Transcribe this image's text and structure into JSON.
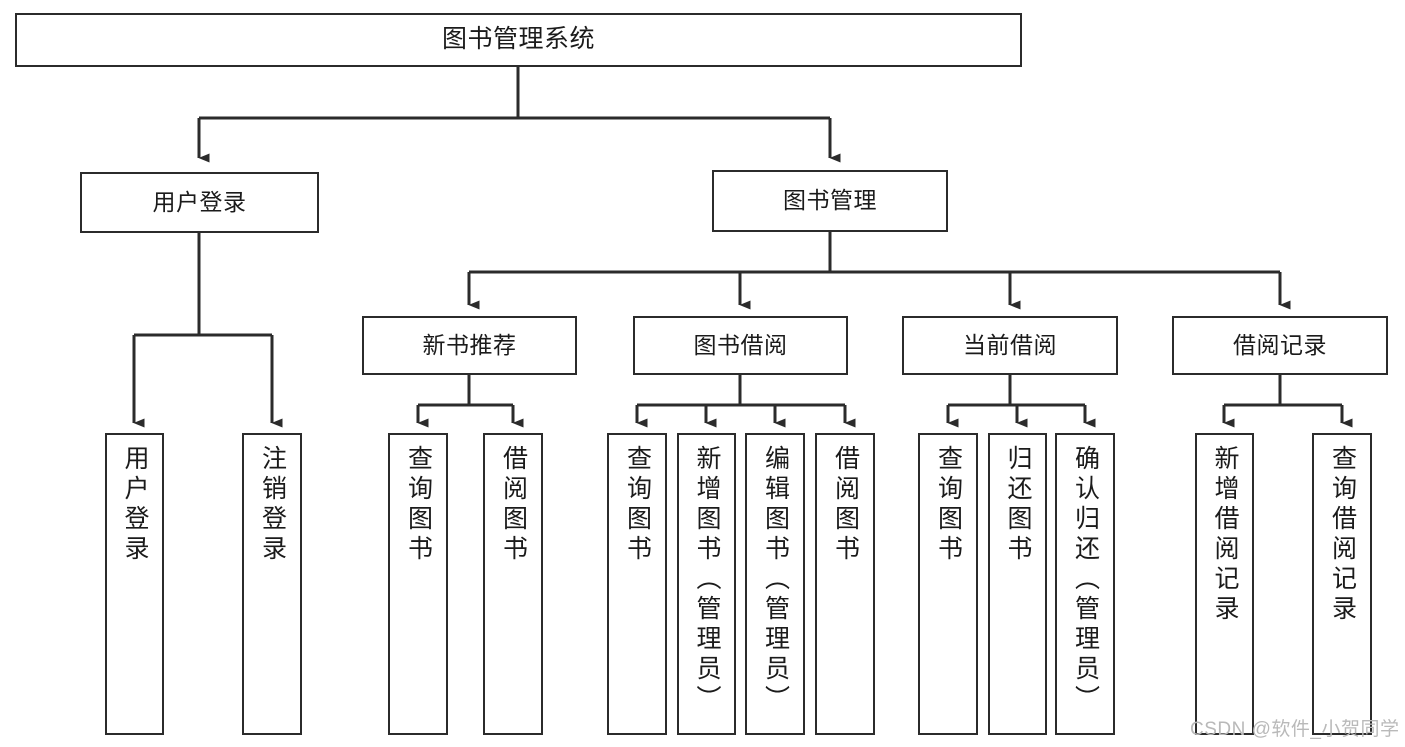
{
  "diagram": {
    "title": "图书管理系统",
    "watermark": "CSDN @软件_小贺同学",
    "colors": {
      "stroke": "#2b2b2b",
      "fill": "#ffffff",
      "text": "#1b1b1b",
      "watermark": "#b9b9b9"
    },
    "levels": {
      "root": {
        "label": "图书管理系统"
      },
      "level2": [
        {
          "label": "用户登录"
        },
        {
          "label": "图书管理"
        }
      ],
      "level3": [
        {
          "label": "新书推荐"
        },
        {
          "label": "图书借阅"
        },
        {
          "label": "当前借阅"
        },
        {
          "label": "借阅记录"
        }
      ],
      "leaves": [
        {
          "label": "用户登录",
          "parent": "用户登录"
        },
        {
          "label": "注销登录",
          "parent": "用户登录"
        },
        {
          "label": "查询图书",
          "parent": "新书推荐"
        },
        {
          "label": "借阅图书",
          "parent": "新书推荐"
        },
        {
          "label": "查询图书",
          "parent": "图书借阅"
        },
        {
          "label": "新增图书（管理员）",
          "parent": "图书借阅"
        },
        {
          "label": "编辑图书（管理员）",
          "parent": "图书借阅"
        },
        {
          "label": "借阅图书",
          "parent": "图书借阅"
        },
        {
          "label": "查询图书",
          "parent": "当前借阅"
        },
        {
          "label": "归还图书",
          "parent": "当前借阅"
        },
        {
          "label": "确认归还（管理员）",
          "parent": "当前借阅"
        },
        {
          "label": "新增借阅记录",
          "parent": "借阅记录"
        },
        {
          "label": "查询借阅记录",
          "parent": "借阅记录"
        }
      ]
    }
  }
}
